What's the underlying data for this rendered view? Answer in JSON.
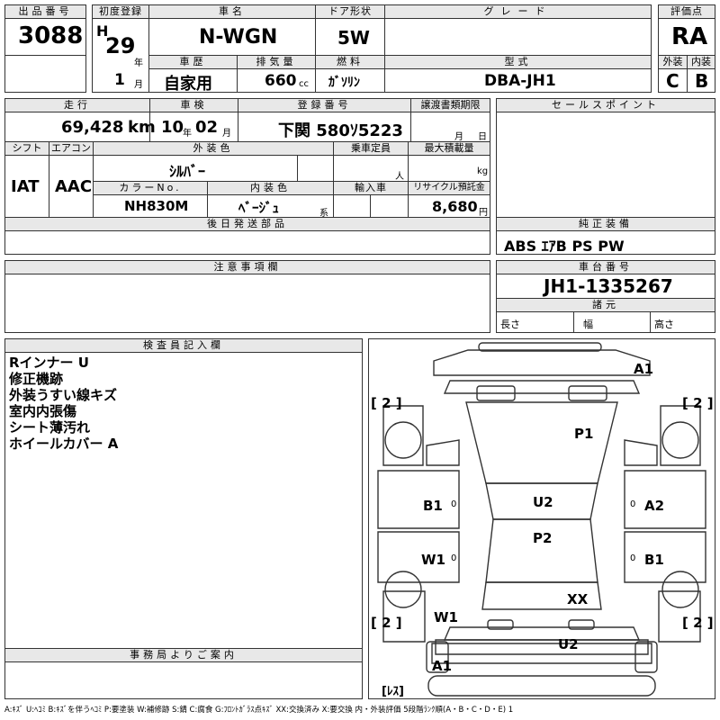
{
  "header": {
    "lot_label": "出品番号",
    "lot_value": "3088",
    "first_reg_label": "初度登録",
    "era": "H",
    "year": "29",
    "year_unit": "年",
    "month": "1",
    "month_unit": "月",
    "car_name_label": "車名",
    "car_name": "N-WGN",
    "door_label": "ドア形状",
    "door": "5W",
    "grade_label": "グレード",
    "grade": "",
    "score_label": "評価点",
    "score": "RA",
    "history_label": "車歴",
    "history": "自家用",
    "displacement_label": "排気量",
    "displacement": "660",
    "displacement_unit": "cc",
    "fuel_label": "燃料",
    "fuel": "ｶﾞｿﾘﾝ",
    "model_label": "型式",
    "model": "DBA-JH1",
    "exterior_label": "外装",
    "exterior": "C",
    "interior_label": "内装",
    "interior": "B"
  },
  "row2": {
    "mileage_label": "走行",
    "mileage": "69,428",
    "mileage_unit": "km",
    "inspection_label": "車検",
    "insp_year": "10",
    "insp_year_unit": "年",
    "insp_month": "02",
    "insp_month_unit": "月",
    "plate_label": "登録番号",
    "plate": "下関 580ｿ5223",
    "transfer_label": "譲渡書類期限",
    "transfer_month_unit": "月",
    "transfer_day_unit": "日",
    "sales_label": "セールスポイント"
  },
  "row3": {
    "shift_label": "シフト",
    "shift": "IAT",
    "ac_label": "エアコン",
    "ac": "AAC",
    "ext_color_label": "外装色",
    "ext_color": "ｼﾙﾊﾞｰ",
    "capacity_label": "乗車定員",
    "capacity_unit": "人",
    "load_label": "最大積載量",
    "load_unit": "kg",
    "color_no_label": "カラーNo.",
    "color_no": "NH830M",
    "int_color_label": "内装色",
    "int_color": "ﾍﾞｰｼﾞｭ",
    "int_color_unit": "系",
    "import_label": "輸入車",
    "recycle_label": "リサイクル預託金",
    "recycle": "8,680",
    "recycle_unit": "円"
  },
  "later_parts_label": "後日発送部品",
  "equipment_label": "純正装備",
  "equipment": "ABS ｴｱB PS PW",
  "notes_label": "注意事項欄",
  "chassis_label": "車台番号",
  "chassis": "JH1-1335267",
  "specs_label": "諸元",
  "length_label": "長さ",
  "width_label": "幅",
  "height_label": "高さ",
  "inspector_label": "検査員記入欄",
  "inspector_notes": [
    "Rインナー U",
    "修正機跡",
    "外装うすい線キズ",
    "室内内張傷",
    "シート薄汚れ",
    "ホイールカバー A"
  ],
  "office_label": "事務局よりご案内",
  "diagram_marks": {
    "a1_top": "A1",
    "p1": "P1",
    "b1_left": "B1",
    "u2_mid": "U2",
    "a2_right": "A2",
    "p2": "P2",
    "w1_left": "W1",
    "b1_right": "B1",
    "xx": "XX",
    "w1_lower": "W1",
    "u2_bottom": "U2",
    "a1_bottom": "A1",
    "tire_tl": "[ 2 ]",
    "tire_tr": "[ 2 ]",
    "tire_bl": "[ 2 ]",
    "tire_br": "[ 2 ]",
    "spare": "[ﾚｽ]",
    "zero": "0"
  },
  "legend": "A:ｷｽﾞ U:ﾍｺﾐ B:ｷｽﾞを伴うﾍｺﾐ P:要塗装 W:補修跡 S:錆 C:腐食 G:ﾌﾛﾝﾄｶﾞﾗｽ点ｷｽﾞ XX:交換済み X:要交換 内・外装評価 5段階ﾗﾝｸ順(A・B・C・D・E) 1"
}
